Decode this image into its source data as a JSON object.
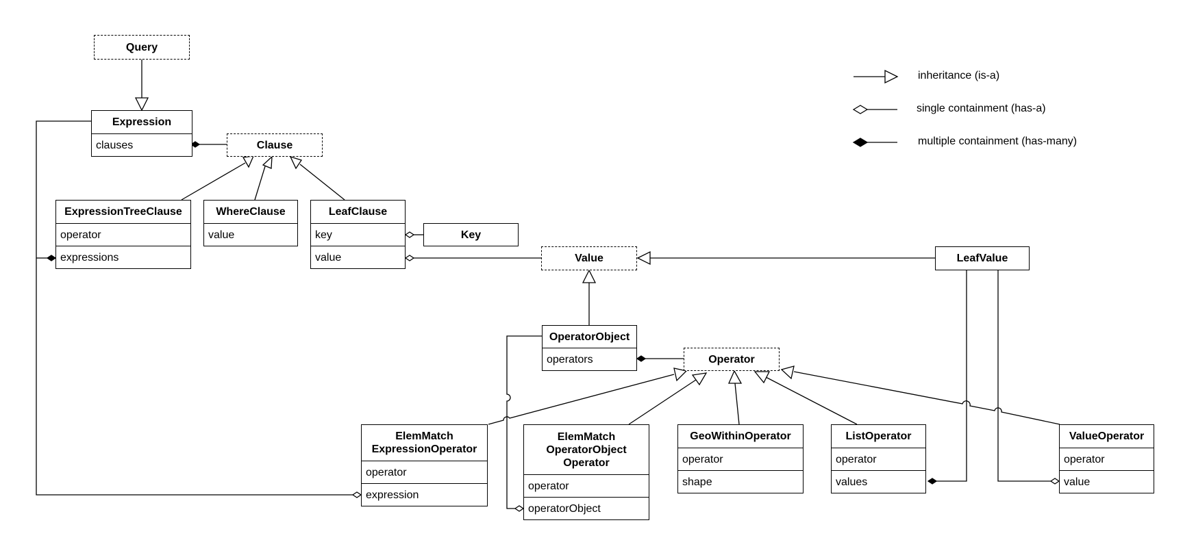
{
  "classes": {
    "query": {
      "name": "Query"
    },
    "expression": {
      "name": "Expression",
      "fields": [
        "clauses"
      ]
    },
    "clause": {
      "name": "Clause"
    },
    "expression_tree_clause": {
      "name": "ExpressionTreeClause",
      "fields": [
        "operator",
        "expressions"
      ]
    },
    "where_clause": {
      "name": "WhereClause",
      "fields": [
        "value"
      ]
    },
    "leaf_clause": {
      "name": "LeafClause",
      "fields": [
        "key",
        "value"
      ]
    },
    "key": {
      "name": "Key"
    },
    "value": {
      "name": "Value"
    },
    "leaf_value": {
      "name": "LeafValue"
    },
    "operator_object": {
      "name": "OperatorObject",
      "fields": [
        "operators"
      ]
    },
    "operator": {
      "name": "Operator"
    },
    "elem_match_expression_operator": {
      "name": "ElemMatch\nExpressionOperator",
      "fields": [
        "operator",
        "expression"
      ]
    },
    "elem_match_operator_object_operator": {
      "name": "ElemMatch\nOperatorObject\nOperator",
      "fields": [
        "operator",
        "operatorObject"
      ]
    },
    "geo_within_operator": {
      "name": "GeoWithinOperator",
      "fields": [
        "operator",
        "shape"
      ]
    },
    "list_operator": {
      "name": "ListOperator",
      "fields": [
        "operator",
        "values"
      ]
    },
    "value_operator": {
      "name": "ValueOperator",
      "fields": [
        "operator",
        "value"
      ]
    }
  },
  "legend": {
    "inheritance": "inheritance (is-a)",
    "single": "single containment (has-a)",
    "multiple": "multiple containment (has-many)"
  }
}
